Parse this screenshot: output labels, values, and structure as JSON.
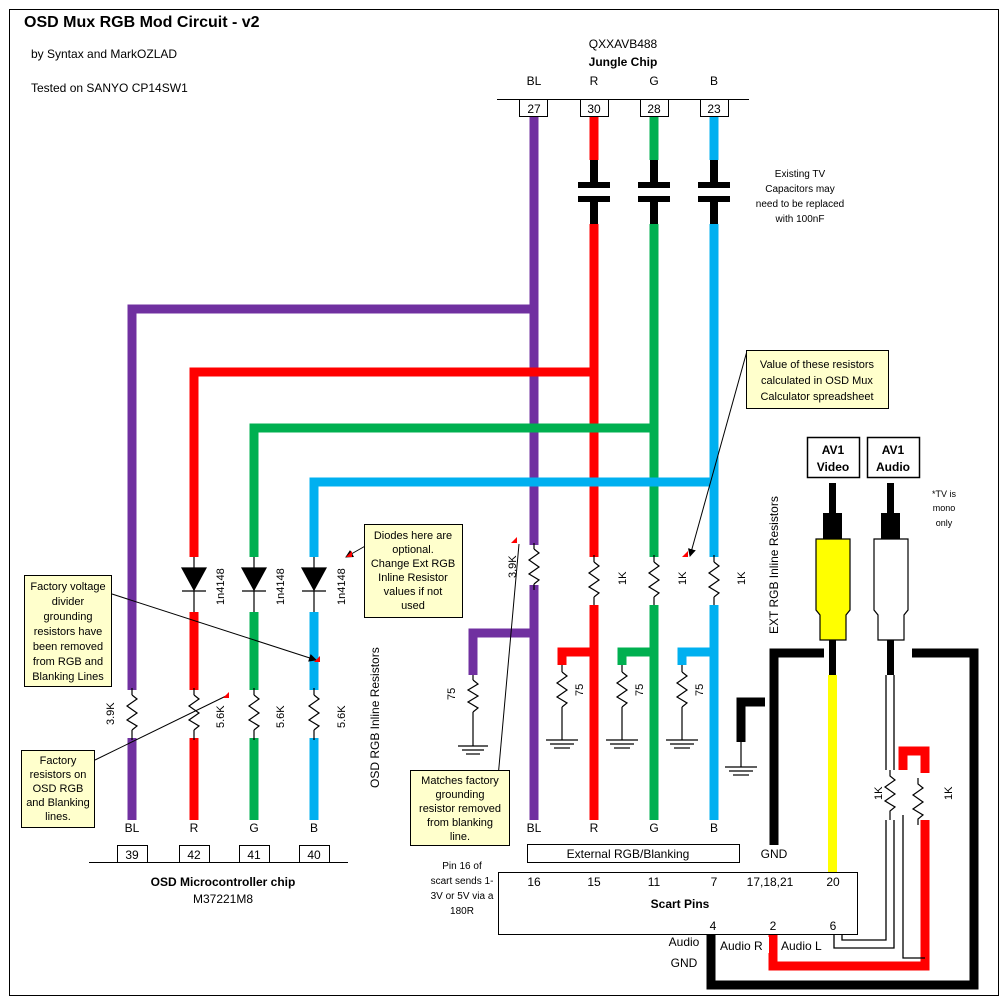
{
  "header": {
    "title": "OSD Mux RGB Mod Circuit - v2",
    "authors": "by Syntax and MarkOZLAD",
    "tested": "Tested on SANYO CP14SW1"
  },
  "jungle_chip": {
    "part": "QXXAVB488",
    "name": "Jungle Chip",
    "signals": [
      "BL",
      "R",
      "G",
      "B"
    ],
    "pins": [
      "27",
      "30",
      "28",
      "23"
    ]
  },
  "capacitor_note": [
    "Existing TV",
    "Capacitors may",
    "need to be replaced",
    "with 100nF"
  ],
  "resistor_note": [
    "Value of these resistors",
    "calculated in OSD Mux",
    "Calculator spreadsheet"
  ],
  "diode_note": [
    "Diodes here are",
    "optional.",
    "Change Ext RGB",
    "Inline Resistor",
    "values if not",
    "used"
  ],
  "factory_divider_note": [
    "Factory voltage",
    "divider",
    "grounding",
    "resistors have",
    "been removed",
    "from RGB and",
    "Blanking Lines"
  ],
  "factory_resistor_note": [
    "Factory",
    "resistors on",
    "OSD RGB",
    "and Blanking",
    "lines."
  ],
  "matches_note": [
    "Matches factory",
    "grounding",
    "resistor removed",
    "from blanking",
    "line."
  ],
  "pin16_note": [
    "Pin 16 of",
    "scart sends 1-",
    "3V or 5V via a",
    "180R"
  ],
  "tv_mono_note": [
    "*TV is",
    "mono",
    "only"
  ],
  "diode_labels": [
    "1n4148",
    "1n4148",
    "1n4148"
  ],
  "ext_resistors": [
    "3.9K",
    "1K",
    "1K",
    "1K"
  ],
  "ground_resistors": [
    "75",
    "75",
    "75",
    "75"
  ],
  "osd_resistors": [
    "3.9K",
    "5.6K",
    "5.6K",
    "5.6K"
  ],
  "osd_inline_label": "OSD RGB Inline Resistors",
  "ext_inline_label": "EXT RGB Inline Resistors",
  "osd_chip": {
    "name": "OSD Microcontroller chip",
    "part": "M37221M8",
    "signals": [
      "BL",
      "R",
      "G",
      "B"
    ],
    "pins": [
      "39",
      "42",
      "41",
      "40"
    ]
  },
  "external_bus": {
    "label": "External RGB/Blanking",
    "signals": [
      "BL",
      "R",
      "G",
      "B"
    ]
  },
  "scart": {
    "label": "Scart Pins",
    "pins": [
      "16",
      "15",
      "11",
      "7",
      "17,18,21",
      "20"
    ],
    "lower_pins": [
      "4",
      "2",
      "6"
    ],
    "gnd": "GND",
    "audio_gnd": [
      "Audio",
      "GND"
    ],
    "audio_r": "Audio R",
    "audio_l": "Audio L"
  },
  "av_video": [
    "AV1",
    "Video"
  ],
  "av_audio": [
    "AV1",
    "Audio"
  ],
  "audio_resistors": [
    "1K",
    "1K"
  ],
  "colors": {
    "blanking": "#7030A0",
    "red": "#FF0000",
    "green": "#00B050",
    "blue": "#00B0F0",
    "video": "#FFFF00",
    "note_bg": "#FFFFCC"
  }
}
